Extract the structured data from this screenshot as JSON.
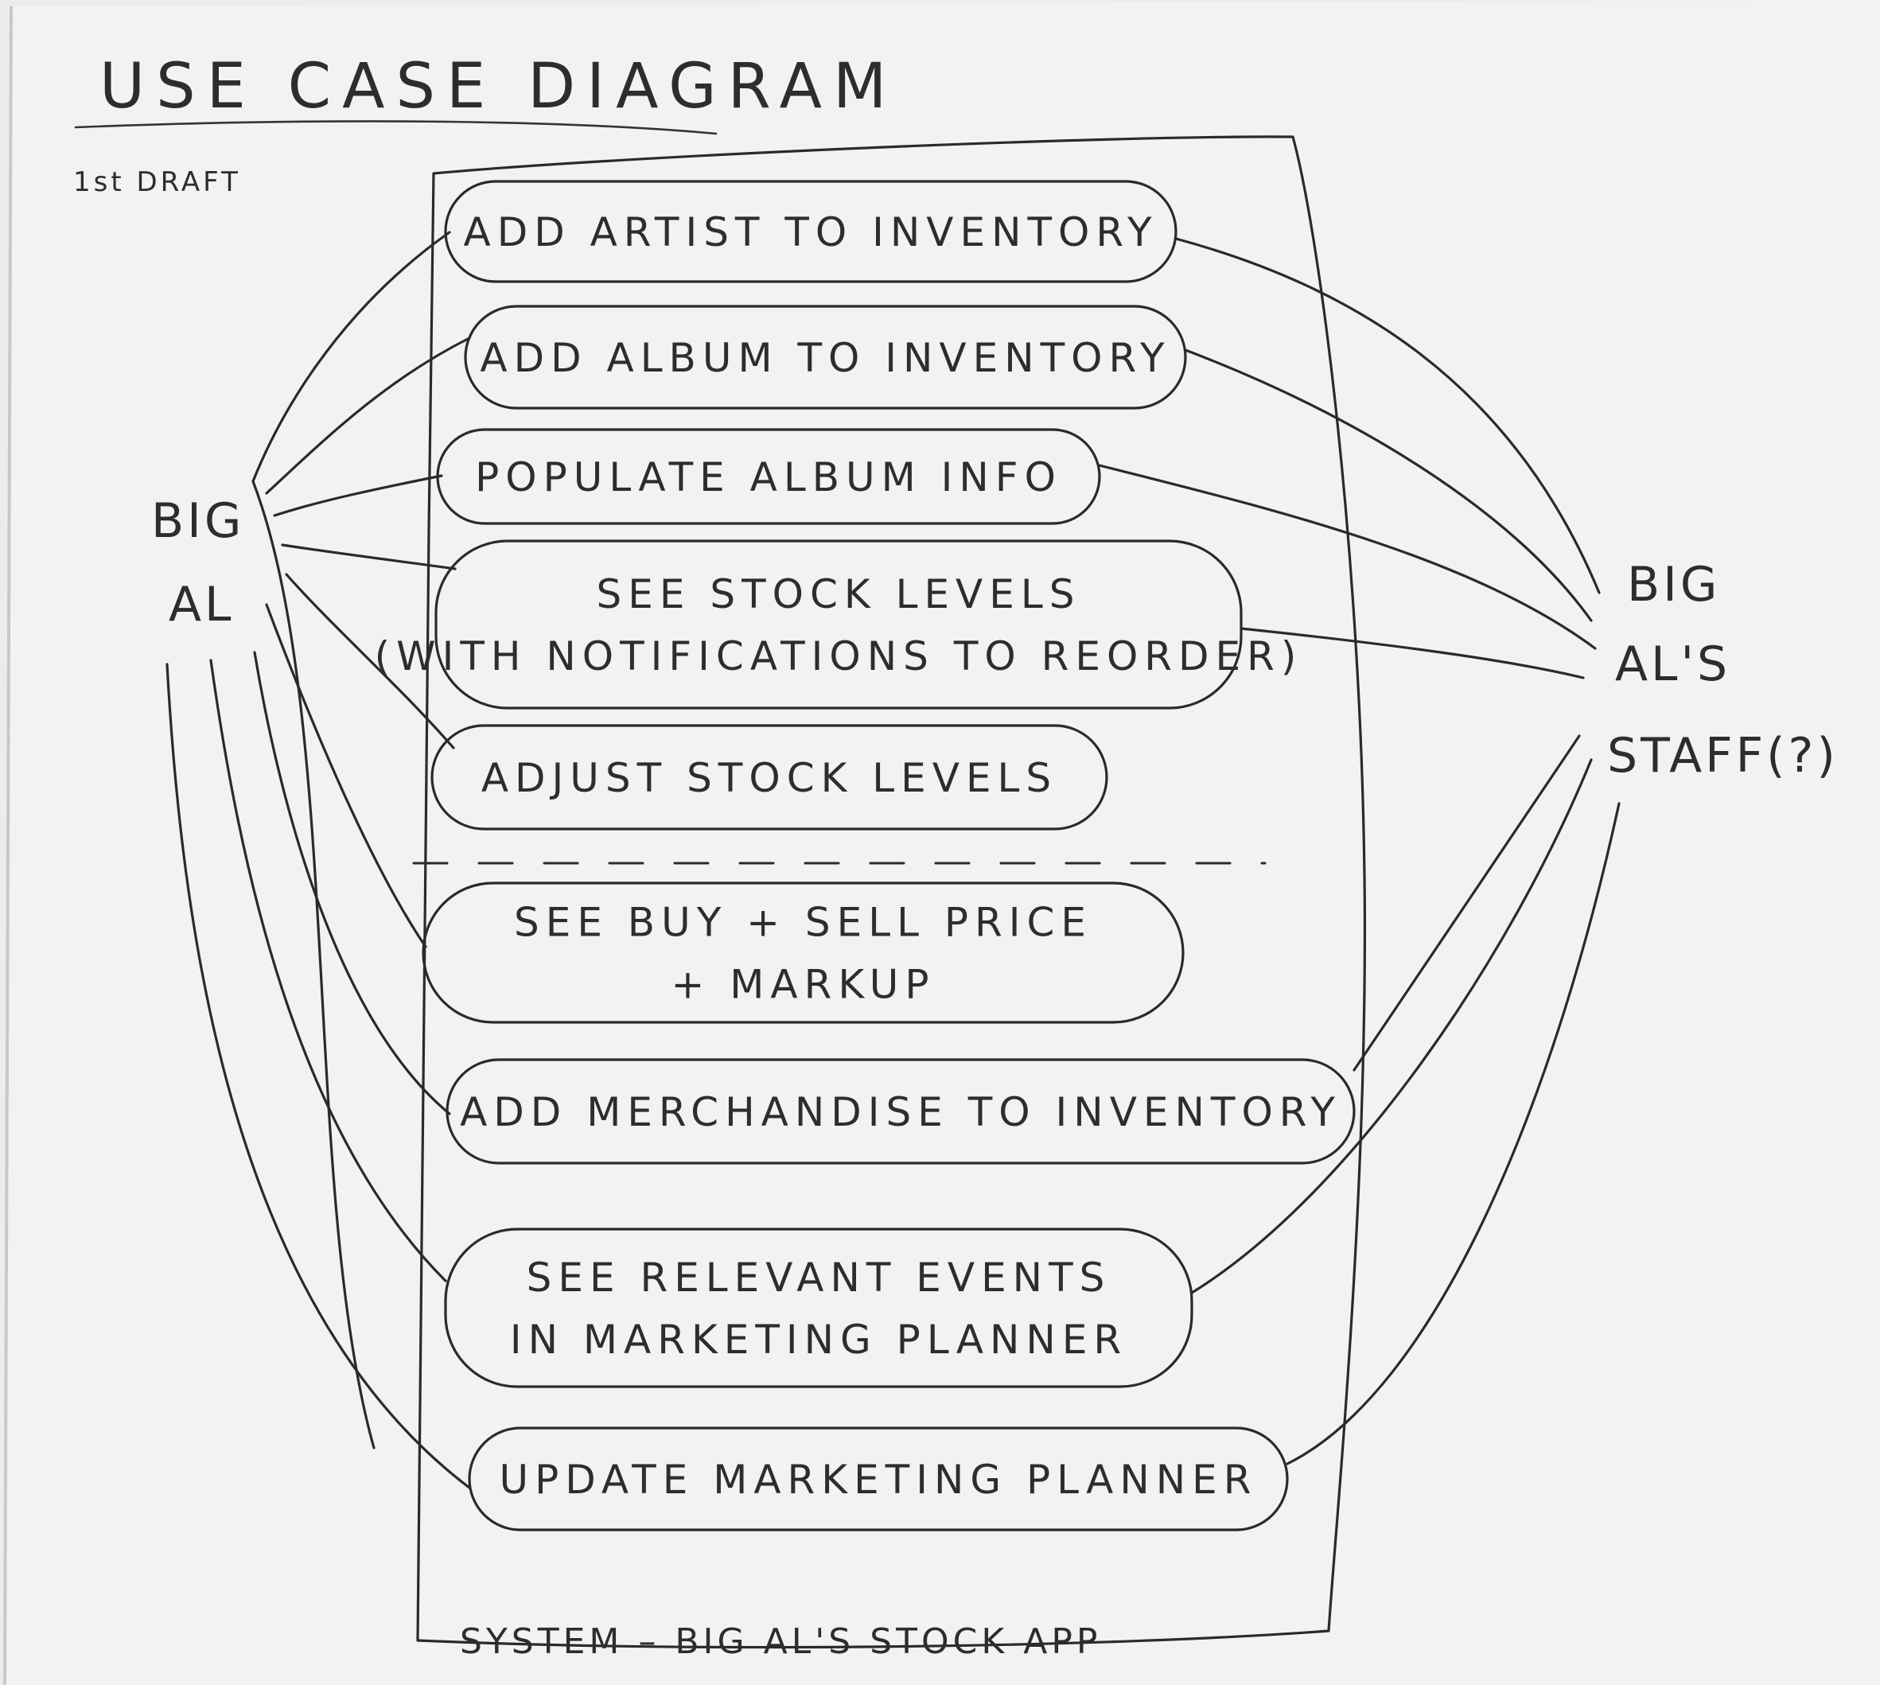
{
  "title": "USE CASE DIAGRAM",
  "draft_note": "1st DRAFT",
  "system_label": "SYSTEM – BIG AL'S STOCK APP",
  "actors": {
    "left": {
      "line1": "BIG",
      "line2": "AL"
    },
    "right": {
      "line1": "BIG",
      "line2": "AL'S",
      "line3": "STAFF(?)"
    }
  },
  "use_cases": [
    {
      "lines": [
        "ADD ARTIST TO INVENTORY"
      ]
    },
    {
      "lines": [
        "ADD ALBUM TO INVENTORY"
      ]
    },
    {
      "lines": [
        "POPULATE ALBUM INFO"
      ]
    },
    {
      "lines": [
        "SEE STOCK LEVELS",
        "(WITH NOTIFICATIONS TO REORDER)"
      ]
    },
    {
      "lines": [
        "ADJUST STOCK LEVELS"
      ]
    },
    {
      "lines": [
        "SEE BUY + SELL PRICE",
        "+ MARKUP"
      ]
    },
    {
      "lines": [
        "ADD MERCHANDISE TO INVENTORY"
      ]
    },
    {
      "lines": [
        "SEE RELEVANT EVENTS",
        "IN MARKETING PLANNER"
      ]
    },
    {
      "lines": [
        "UPDATE MARKETING PLANNER"
      ]
    }
  ]
}
